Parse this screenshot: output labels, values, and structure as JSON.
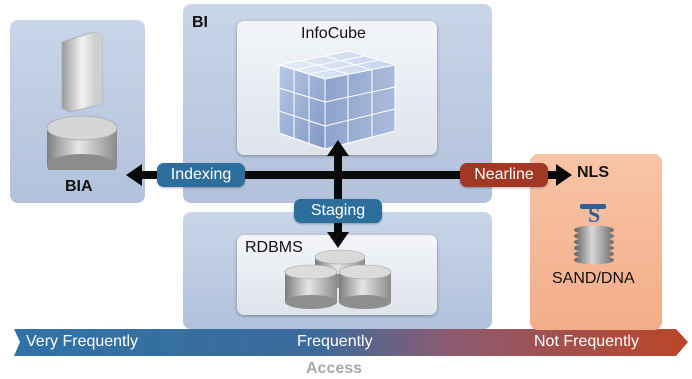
{
  "bia": {
    "label": "BIA"
  },
  "bi": {
    "label": "BI",
    "infocube_label": "InfoCube",
    "rdbms_label": "RDBMS"
  },
  "nls": {
    "label": "NLS",
    "sand_label": "SAND/DNA"
  },
  "connectors": {
    "indexing": "Indexing",
    "nearline": "Nearline",
    "staging": "Staging"
  },
  "access_band": {
    "very_frequently": "Very Frequently",
    "frequently": "Frequently",
    "not_frequently": "Not Frequently",
    "axis_label": "Access"
  },
  "colors": {
    "panel_blue": "#b9c7de",
    "pill_blue": "#2d6f9e",
    "pill_red": "#a33a26",
    "nls_orange": "#f6b99a",
    "band_start": "#3173a6",
    "band_end": "#b8452a"
  }
}
